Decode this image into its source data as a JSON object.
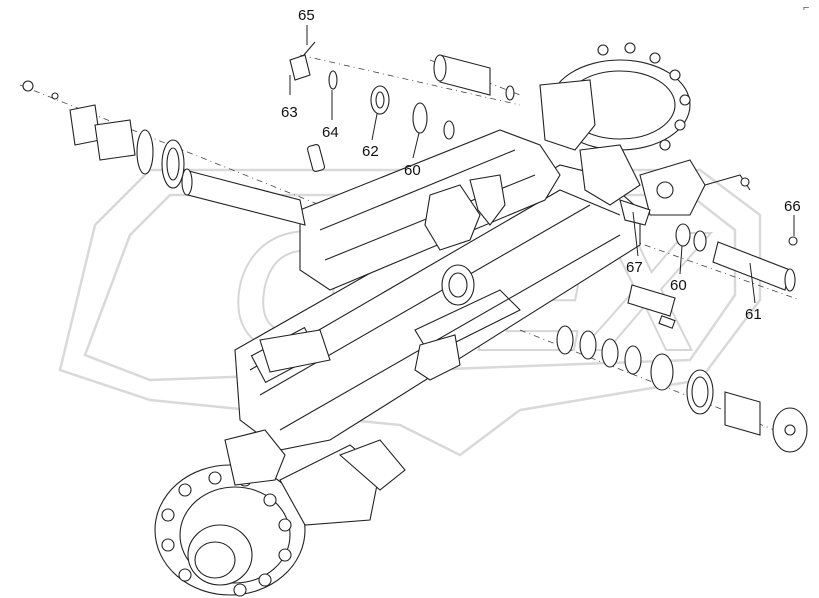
{
  "watermark": {
    "text": "OPEX",
    "logo": "opex-logo"
  },
  "corner_mark": "⌐",
  "callouts": [
    {
      "id": "65",
      "label": "65"
    },
    {
      "id": "63",
      "label": "63"
    },
    {
      "id": "64",
      "label": "64"
    },
    {
      "id": "62",
      "label": "62"
    },
    {
      "id": "60a",
      "label": "60"
    },
    {
      "id": "66",
      "label": "66"
    },
    {
      "id": "67",
      "label": "67"
    },
    {
      "id": "60b",
      "label": "60"
    },
    {
      "id": "61",
      "label": "61"
    }
  ]
}
